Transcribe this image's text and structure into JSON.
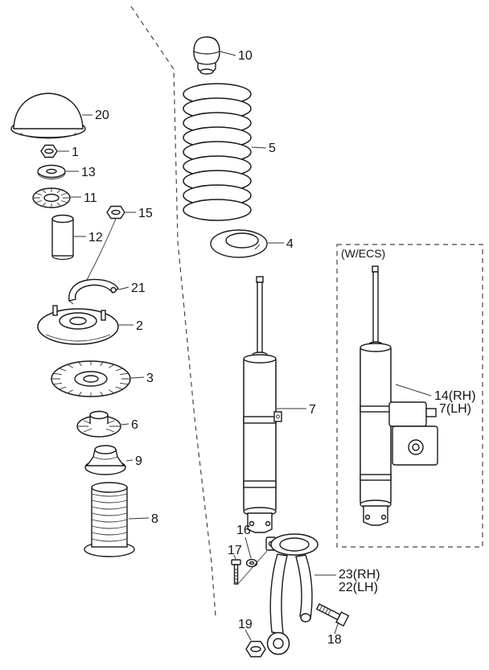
{
  "colors": {
    "ink": "#1a1a1a",
    "background": "#ffffff"
  },
  "ecs_box": {
    "label": "(W/ECS)"
  },
  "labels": {
    "l10": "10",
    "l20": "20",
    "l1": "1",
    "l13": "13",
    "l11": "11",
    "l15": "15",
    "l12": "12",
    "l5": "5",
    "l4": "4",
    "l21": "21",
    "l2": "2",
    "l3": "3",
    "l6": "6",
    "l9": "9",
    "l8": "8",
    "l7": "7",
    "l14rh": "14(RH)",
    "l7lh": "7(LH)",
    "l16": "16",
    "l17": "17",
    "l23rh": "23(RH)",
    "l22lh": "22(LH)",
    "l18": "18",
    "l19": "19"
  }
}
